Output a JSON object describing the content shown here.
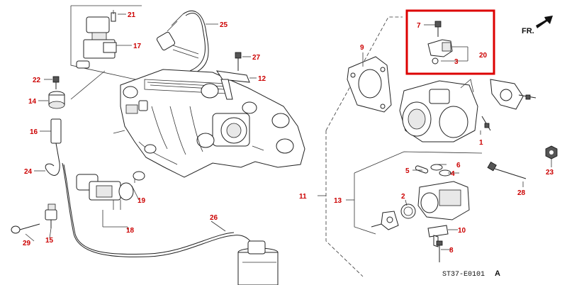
{
  "diagram_code": "ST37-E0101",
  "diagram_suffix": "A",
  "direction_label": "FR.",
  "direction_icon": "arrow-icon",
  "highlight_color": "#dd0000",
  "label_color": "#cc0000",
  "part_labels": {
    "p1": "1",
    "p2": "2",
    "p3": "3",
    "p4": "4",
    "p5": "5",
    "p6": "6",
    "p7": "7",
    "p8": "8",
    "p9": "9",
    "p10": "10",
    "p11": "11",
    "p12": "12",
    "p13": "13",
    "p14": "14",
    "p15": "15",
    "p16": "16",
    "p17": "17",
    "p18": "18",
    "p19": "19",
    "p20": "20",
    "p21": "21",
    "p22": "22",
    "p23": "23",
    "p24": "24",
    "p25": "25",
    "p26": "26",
    "p27": "27",
    "p28": "28",
    "p29": "29"
  }
}
